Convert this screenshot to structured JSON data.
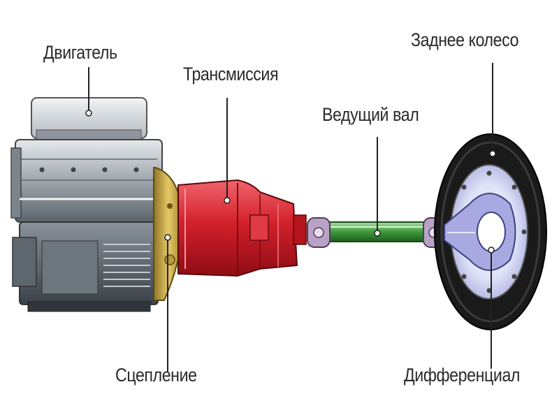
{
  "labels": {
    "engine": "Двигатель",
    "transmission": "Трансмиссия",
    "drive_shaft": "Ведущий вал",
    "rear_wheel": "Заднее колесо",
    "clutch": "Сцепление",
    "differential": "Дифференциал"
  },
  "colors": {
    "engine_body": "#9ea6ae",
    "engine_top": "#c8cdd2",
    "engine_dark": "#505860",
    "clutch": "#d4b24a",
    "transmission": "#cf1f2a",
    "drive_shaft": "#3d9a3a",
    "joint": "#b9a2c6",
    "tire": "#1a1a1a",
    "hub": "#cdd2f0",
    "differential": "#a7a9e0",
    "leader_line": "#222222"
  }
}
